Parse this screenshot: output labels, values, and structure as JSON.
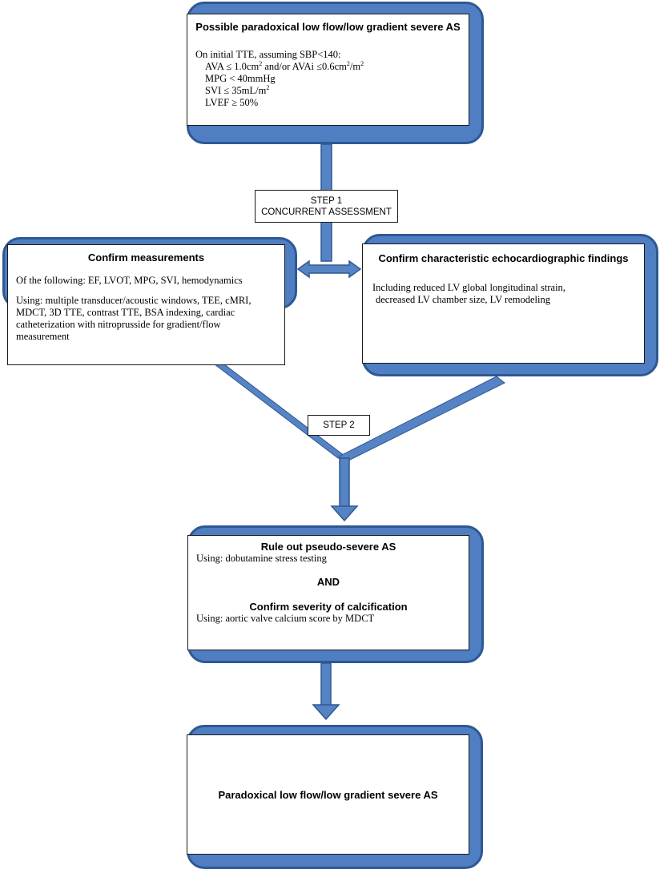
{
  "colors": {
    "box_fill": "#4f7ec2",
    "box_border": "#2e5894",
    "connector": "#5583c4"
  },
  "node1": {
    "title": "Possible paradoxical low flow/low gradient severe AS",
    "intro": "On initial TTE, assuming SBP<140:",
    "ava_a": "AVA ≤ 1.0cm",
    "ava_sup1": "2",
    "ava_b": " and/or AVAi ≤0.6cm",
    "ava_sup2": "2",
    "ava_c": "/m",
    "ava_sup3": "2",
    "mpg": "MPG < 40mmHg",
    "svi_a": "SVI ≤ 35mL/m",
    "svi_sup": "2",
    "lvef": "LVEF ≥ 50%"
  },
  "step1": {
    "line1": "STEP 1",
    "line2": "CONCURRENT ASSESSMENT"
  },
  "left_box": {
    "title": "Confirm measurements",
    "p1": "Of the following: EF, LVOT, MPG, SVI, hemodynamics",
    "p2": "Using: multiple transducer/acoustic windows, TEE, cMRI, MDCT, 3D TTE, contrast TTE, BSA indexing, cardiac catheterization with nitroprusside for gradient/flow measurement"
  },
  "right_box": {
    "title": "Confirm characteristic echocardiographic findings",
    "p1": "Including reduced LV global longitudinal strain,",
    "p2": "decreased LV chamber size, LV remodeling"
  },
  "step2": {
    "label": "STEP 2"
  },
  "mid_box": {
    "title1": "Rule out pseudo-severe AS",
    "using1": "Using: dobutamine stress testing",
    "and": "AND",
    "title2": "Confirm severity of calcification",
    "using2": "Using: aortic valve calcium score by MDCT"
  },
  "final_box": {
    "title": "Paradoxical low flow/low gradient severe AS"
  }
}
